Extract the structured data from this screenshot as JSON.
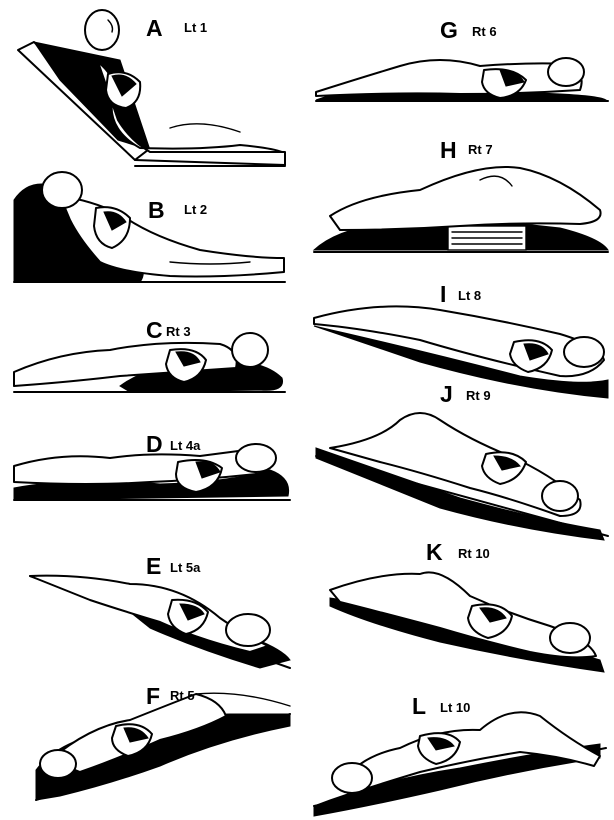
{
  "panels": [
    {
      "letter": "A",
      "code": "Lt 1"
    },
    {
      "letter": "B",
      "code": "Lt 2"
    },
    {
      "letter": "C",
      "code": "Rt 3"
    },
    {
      "letter": "D",
      "code": "Lt 4a"
    },
    {
      "letter": "E",
      "code": "Lt 5a"
    },
    {
      "letter": "F",
      "code": "Rt 5"
    },
    {
      "letter": "G",
      "code": "Rt 6"
    },
    {
      "letter": "H",
      "code": "Rt 7"
    },
    {
      "letter": "I",
      "code": "Lt 8"
    },
    {
      "letter": "J",
      "code": "Rt 9"
    },
    {
      "letter": "K",
      "code": "Rt 10"
    },
    {
      "letter": "L",
      "code": "Lt 10"
    }
  ],
  "colors": {
    "ink": "#000000",
    "paper": "#ffffff"
  }
}
